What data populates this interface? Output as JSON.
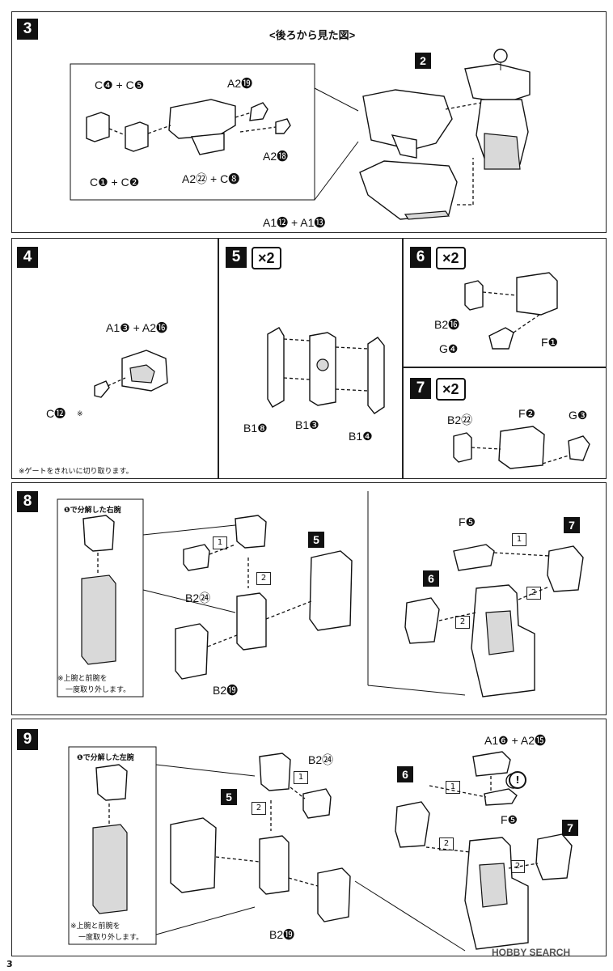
{
  "step3": {
    "num": "3",
    "title": "<後ろから見た図>",
    "tag": "2",
    "labels": [
      "C❹ + C❺",
      "A2⓳",
      "A2⓲",
      "C❶ + C❷",
      "A2㉒ + C❽",
      "A1⓬ + A1⓭"
    ]
  },
  "step4": {
    "num": "4",
    "labels": [
      "A1❸ + A2⓰",
      "C⓬"
    ],
    "asterisk": "※",
    "note": "※ゲートをきれいに切り取ります。"
  },
  "step5": {
    "num": "5",
    "mult": "×2",
    "labels": [
      "B1❽",
      "B1❸",
      "B1❹"
    ]
  },
  "step6": {
    "num": "6",
    "mult": "×2",
    "labels": [
      "B2⓰",
      "G❹",
      "F❶"
    ]
  },
  "step7": {
    "num": "7",
    "mult": "×2",
    "labels": [
      "B2㉒",
      "F❷",
      "G❸"
    ]
  },
  "step8": {
    "num": "8",
    "subtitle": "❶で分解した右腕",
    "note_line1": "※上腕と前腕を",
    "note_line2": "一度取り外します。",
    "box1": "1",
    "box2": "2",
    "labels": [
      "B2㉔",
      "B2⓳",
      "F❺"
    ],
    "tags": [
      "5",
      "7",
      "6"
    ]
  },
  "step9": {
    "num": "9",
    "subtitle": "❶で分解した左腕",
    "note_line1": "※上腕と前腕を",
    "note_line2": "一度取り外します。",
    "box1": "1",
    "box2": "2",
    "labels": [
      "B2㉔",
      "B2⓳",
      "A1❻ + A2⓯",
      "F❺"
    ],
    "tags": [
      "5",
      "6",
      "7"
    ],
    "warning": "!"
  },
  "footer": {
    "page": "3",
    "watermark": "HOBBY SEARCH"
  }
}
